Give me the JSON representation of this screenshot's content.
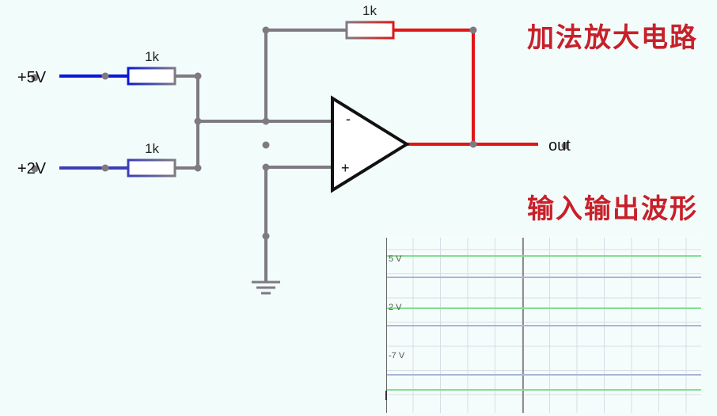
{
  "titles": {
    "circuit": "加法放大电路",
    "waveform": "输入输出波形"
  },
  "components": {
    "r_feedback": "1k",
    "r_in1": "1k",
    "r_in2": "1k",
    "opamp_minus": "-",
    "opamp_plus": "+"
  },
  "inputs": {
    "v1": "+5V",
    "v2": "+2V"
  },
  "output": {
    "label": "out"
  },
  "scope": {
    "labels": [
      "5 V",
      "2 V",
      "-7 V"
    ]
  },
  "colors": {
    "title": "#c8202a",
    "wire_gray": "#7f7a82",
    "wire_red": "#e01616",
    "wire_blue1": "#0a18d8",
    "wire_blue2": "#3b3fb6",
    "grid": "#d6dde4",
    "trace_green": "#7fe08f",
    "trace_blue": "#a9b6d8"
  }
}
